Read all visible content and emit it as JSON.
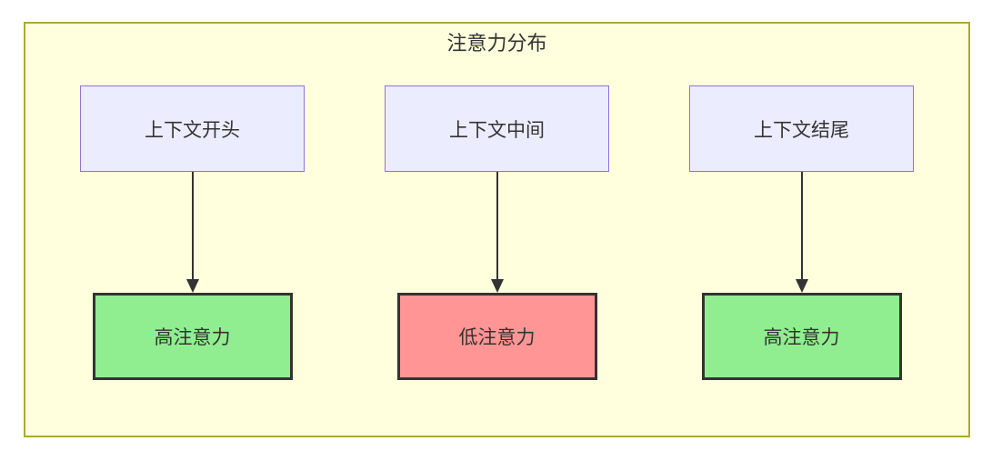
{
  "diagram": {
    "title": "注意力分布",
    "columns": [
      {
        "source": "上下文开头",
        "target": "高注意力",
        "level": "high"
      },
      {
        "source": "上下文中间",
        "target": "低注意力",
        "level": "low"
      },
      {
        "source": "上下文结尾",
        "target": "高注意力",
        "level": "high"
      }
    ],
    "colors": {
      "container_fill": "#ffffde",
      "container_border": "#aaaa33",
      "source_fill": "#ECECFF",
      "source_border": "#9370DB",
      "high_fill": "#90EE90",
      "low_fill": "#FF9595",
      "node_border": "#333333",
      "arrow_color": "#333333",
      "text_color": "#333333"
    }
  }
}
